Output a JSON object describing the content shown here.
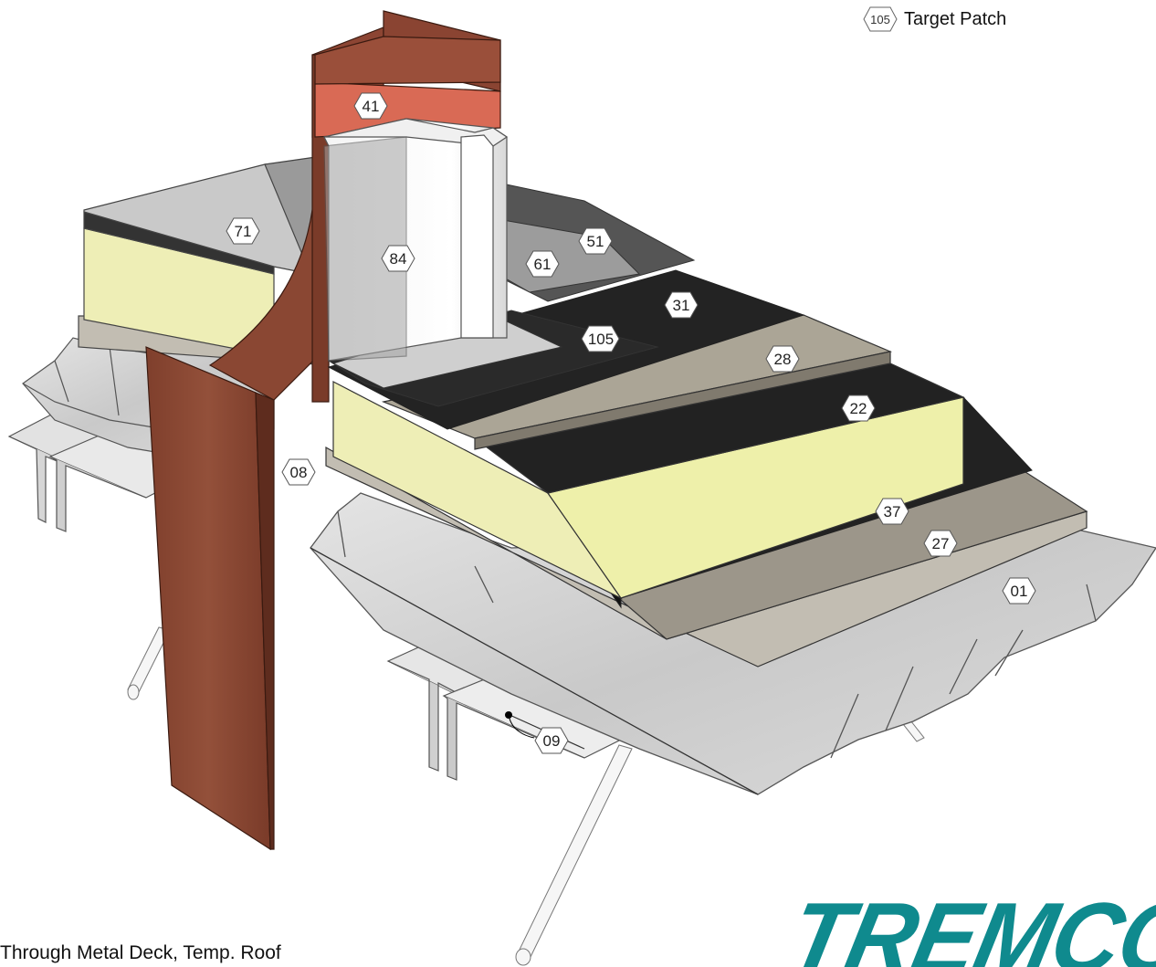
{
  "legend": {
    "marker": "105",
    "label": "Target Patch"
  },
  "caption": "Through Metal Deck, Temp. Roof",
  "logo_text": "TREMCO",
  "tags": {
    "t41": "41",
    "t71": "71",
    "t84": "84",
    "t51": "51",
    "t61": "61",
    "t31": "31",
    "t105": "105",
    "t28": "28",
    "t22": "22",
    "t08": "08",
    "t37": "37",
    "t27": "27",
    "t01": "01",
    "t09": "09"
  },
  "colors": {
    "steel": "#8e4a35",
    "steel_dark": "#6e3526",
    "insulation": "#eeeeb6",
    "membrane": "#222222",
    "board": "#9c968a",
    "deck": "#d2d2d2",
    "brand": "#0f8a8e"
  }
}
